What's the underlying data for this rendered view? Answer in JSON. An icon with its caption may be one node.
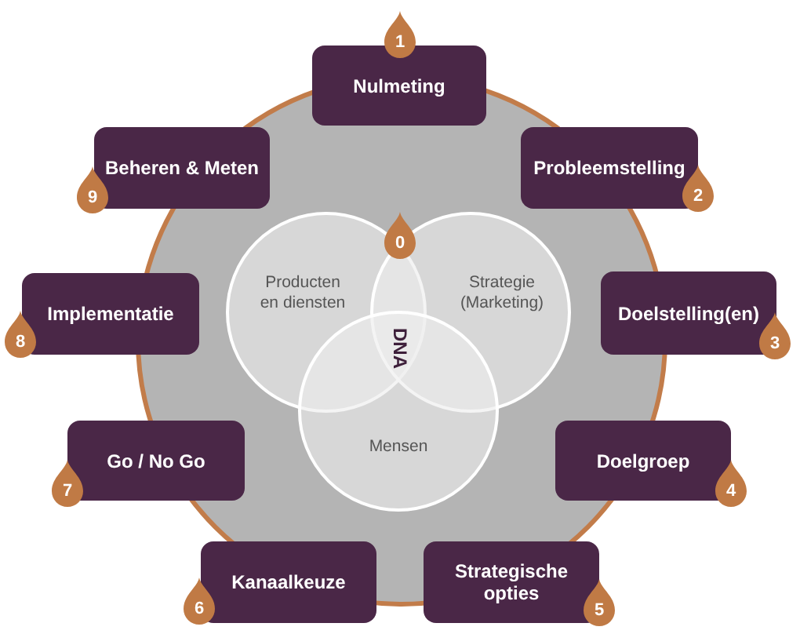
{
  "diagram": {
    "nodes": [
      {
        "text": [
          "Nulmeting"
        ]
      },
      {
        "text": [
          "1"
        ]
      },
      {
        "text": [
          "Probleemstelling"
        ]
      },
      {
        "text": [
          "2"
        ]
      },
      {
        "text": [
          "Doelstelling(en)"
        ]
      },
      {
        "text": [
          "3"
        ]
      },
      {
        "text": [
          "Doelgroep"
        ]
      },
      {
        "text": [
          "4"
        ]
      },
      {
        "text": [
          "Strategische opties"
        ]
      },
      {
        "text": [
          "5"
        ]
      },
      {
        "text": [
          "Kanaalkeuze"
        ]
      },
      {
        "text": [
          "6"
        ]
      },
      {
        "text": [
          "Go / No Go"
        ]
      },
      {
        "text": [
          "7"
        ]
      },
      {
        "text": [
          "Implementatie"
        ]
      },
      {
        "text": [
          "8"
        ]
      },
      {
        "text": [
          "Beheren & Meten"
        ]
      },
      {
        "text": [
          "9"
        ]
      },
      {
        "text": [
          "0"
        ]
      },
      {
        "text": [
          "Producten en diensten"
        ]
      },
      {
        "text": [
          "Strategie (Marketing)"
        ]
      },
      {
        "text": [
          "Mensen"
        ]
      }
    ],
    "labels": [
      "DNA"
    ]
  }
}
